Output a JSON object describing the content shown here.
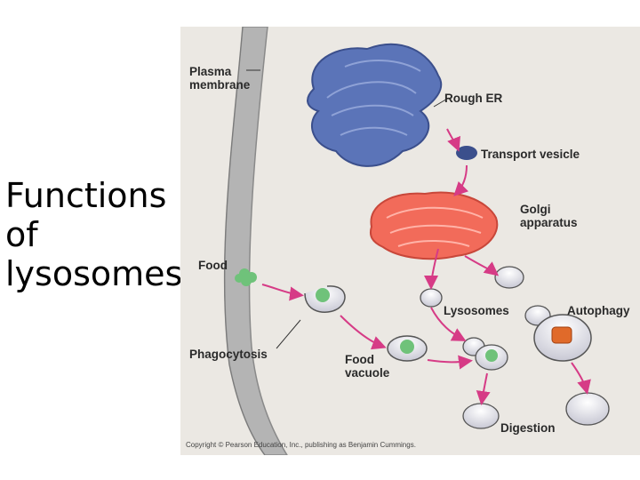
{
  "slide": {
    "title": "Functions\nof\nlysosomes"
  },
  "figure": {
    "labels": {
      "plasma_membrane": "Plasma\nmembrane",
      "rough_er": "Rough ER",
      "transport_vesicle": "Transport vesicle",
      "golgi": "Golgi\napparatus",
      "food": "Food",
      "lysosomes": "Lysosomes",
      "autophagy": "Autophagy",
      "phagocytosis": "Phagocytosis",
      "food_vacuole": "Food\nvacuole",
      "digestion": "Digestion"
    },
    "copyright": "Copyright © Pearson Education, Inc., publishing as Benjamin Cummings.",
    "colors": {
      "background": "#ebe8e3",
      "rough_er": "#5b74b8",
      "golgi": "#f26b5a",
      "arrow": "#d63b86",
      "food": "#6fc27a",
      "membrane": "#9b9b9b"
    }
  }
}
